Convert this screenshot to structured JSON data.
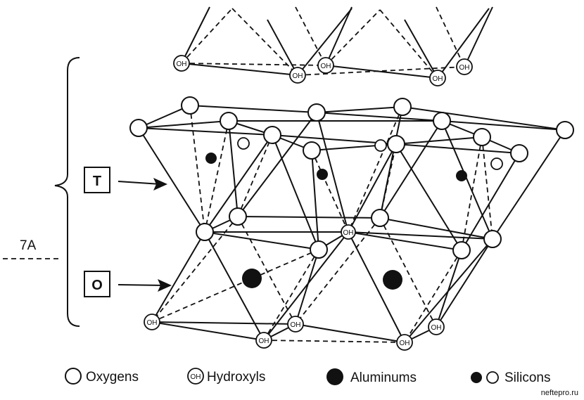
{
  "diagram": {
    "spacing_label": "7A",
    "layer_labels": {
      "tetrahedral": "T",
      "octahedral": "O"
    },
    "hydroxyl_symbol": "OH",
    "legend": {
      "oxygens": "Oxygens",
      "hydroxyls": "Hydroxyls",
      "aluminums": "Aluminums",
      "silicons": "Silicons"
    },
    "watermark": "neftepro.ru"
  }
}
